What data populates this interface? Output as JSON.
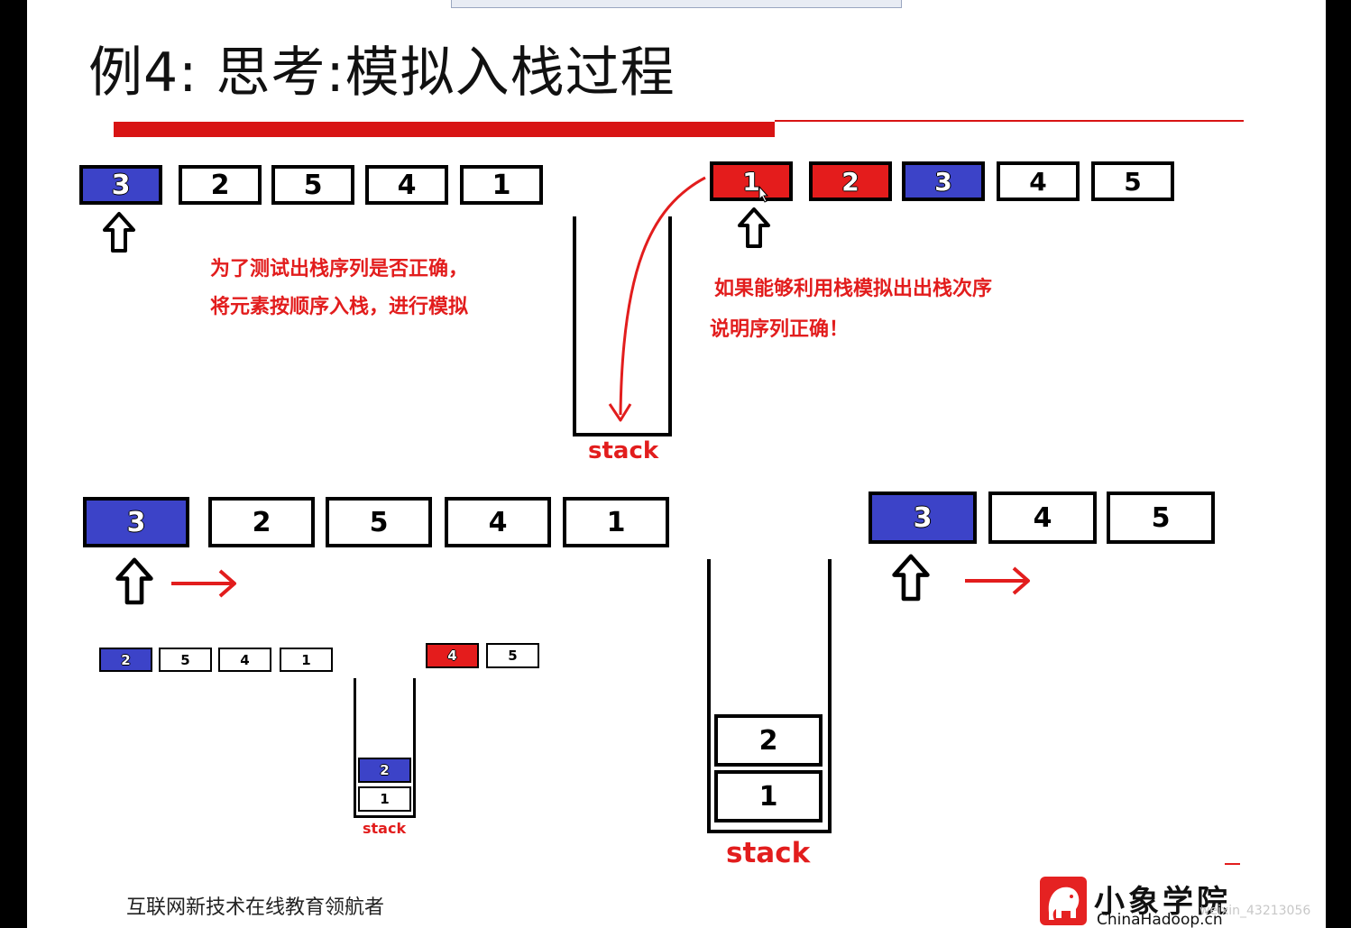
{
  "title": "例4: 思考:模拟入栈过程",
  "colors": {
    "accent_red": "#d81414",
    "text_red": "#e21d1d",
    "blue": "#3c43c8"
  },
  "panel1": {
    "sequence": [
      {
        "label": "3",
        "state": "blue"
      },
      {
        "label": "2",
        "state": "white"
      },
      {
        "label": "5",
        "state": "white"
      },
      {
        "label": "4",
        "state": "white"
      },
      {
        "label": "1",
        "state": "white"
      }
    ],
    "pointer_icon": "up-arrow-icon",
    "note_line1": "为了测试出栈序列是否正确，",
    "note_line2": "将元素按顺序入栈，进行模拟"
  },
  "stack_label": "stack",
  "panel2": {
    "sequence": [
      {
        "label": "1",
        "state": "red"
      },
      {
        "label": "2",
        "state": "red"
      },
      {
        "label": "3",
        "state": "blue"
      },
      {
        "label": "4",
        "state": "white"
      },
      {
        "label": "5",
        "state": "white"
      }
    ],
    "pointer_icon": "up-arrow-icon",
    "note_line1": "如果能够利用栈模拟出出栈次序",
    "note_line2": "说明序列正确！"
  },
  "panel3": {
    "sequence": [
      {
        "label": "3",
        "state": "blue"
      },
      {
        "label": "2",
        "state": "white"
      },
      {
        "label": "5",
        "state": "white"
      },
      {
        "label": "4",
        "state": "white"
      },
      {
        "label": "1",
        "state": "white"
      }
    ],
    "small_sequence": [
      {
        "label": "2",
        "state": "blue"
      },
      {
        "label": "5",
        "state": "white"
      },
      {
        "label": "4",
        "state": "white"
      },
      {
        "label": "1",
        "state": "white"
      }
    ],
    "small_output": [
      {
        "label": "4",
        "state": "red"
      },
      {
        "label": "5",
        "state": "white"
      }
    ],
    "small_stack": [
      {
        "label": "2",
        "state": "blue"
      },
      {
        "label": "1",
        "state": "white"
      }
    ]
  },
  "panel4": {
    "sequence": [
      {
        "label": "3",
        "state": "blue"
      },
      {
        "label": "4",
        "state": "white"
      },
      {
        "label": "5",
        "state": "white"
      }
    ],
    "stack": [
      {
        "label": "2",
        "state": "white"
      },
      {
        "label": "1",
        "state": "white"
      }
    ]
  },
  "footer": "互联网新技术在线教育领航者",
  "logo": {
    "name": "小象学院",
    "url": "ChinaHadoop.cn"
  },
  "watermark": "weixin_43213056"
}
